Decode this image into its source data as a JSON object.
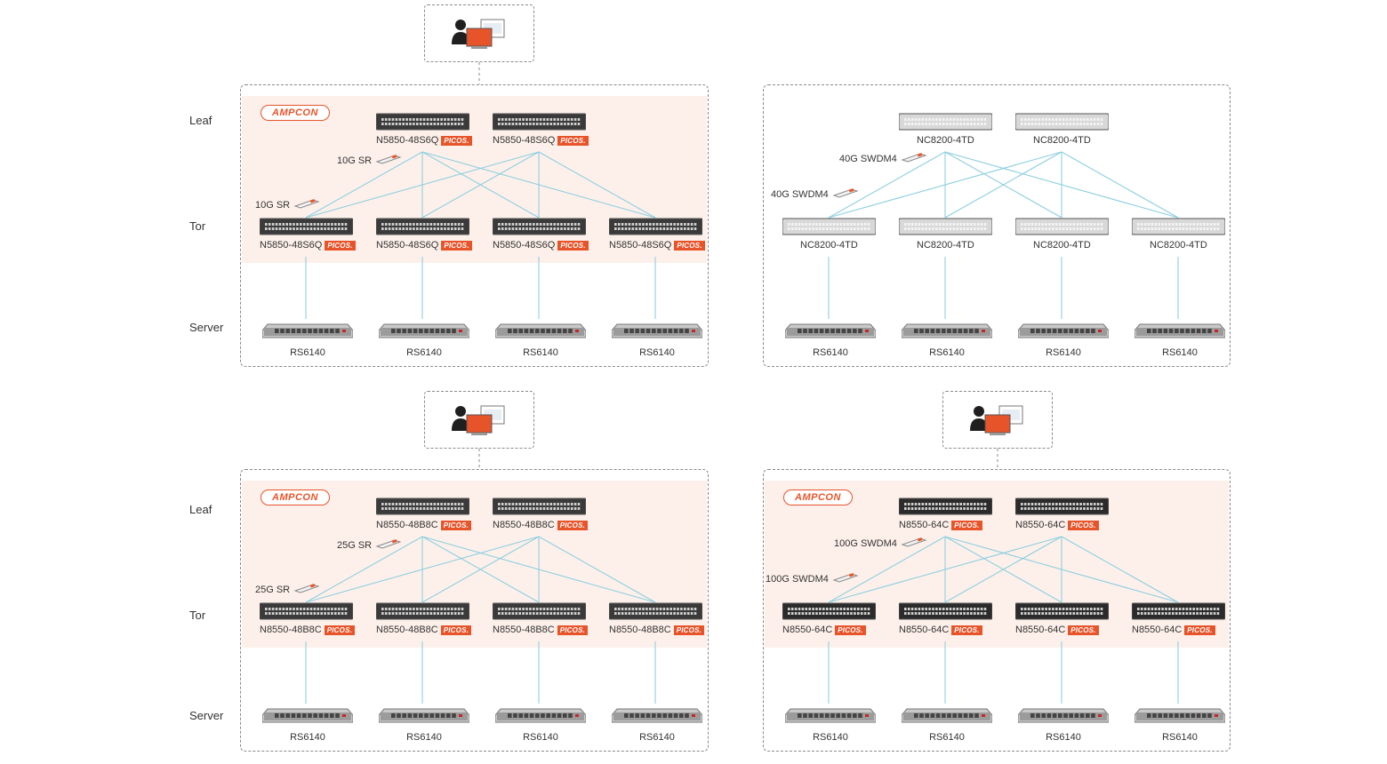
{
  "tiers": {
    "leaf": "Leaf",
    "tor": "Tor",
    "server": "Server"
  },
  "brand": {
    "ampcon": "AMPCON",
    "picos": "PICOS.",
    "ampcon_color": "#e8542a",
    "link_color": "#8ecfe0"
  },
  "panels": [
    {
      "id": "tl",
      "leaf": [
        "N5850-48S6Q",
        "N5850-48S6Q"
      ],
      "tor": [
        "N5850-48S6Q",
        "N5850-48S6Q",
        "N5850-48S6Q",
        "N5850-48S6Q"
      ],
      "server": [
        "RS6140",
        "RS6140",
        "RS6140",
        "RS6140"
      ],
      "optic_upper": "10G SR",
      "optic_lower": "10G SR"
    },
    {
      "id": "tr",
      "leaf": [
        "NC8200-4TD",
        "NC8200-4TD"
      ],
      "tor": [
        "NC8200-4TD",
        "NC8200-4TD",
        "NC8200-4TD",
        "NC8200-4TD"
      ],
      "server": [
        "RS6140",
        "RS6140",
        "RS6140",
        "RS6140"
      ],
      "optic_upper": "40G SWDM4",
      "optic_lower": "40G SWDM4"
    },
    {
      "id": "bl",
      "leaf": [
        "N8550-48B8C",
        "N8550-48B8C"
      ],
      "tor": [
        "N8550-48B8C",
        "N8550-48B8C",
        "N8550-48B8C",
        "N8550-48B8C"
      ],
      "server": [
        "RS6140",
        "RS6140",
        "RS6140",
        "RS6140"
      ],
      "optic_upper": "25G SR",
      "optic_lower": "25G SR"
    },
    {
      "id": "br",
      "leaf": [
        "N8550-64C",
        "N8550-64C"
      ],
      "tor": [
        "N8550-64C",
        "N8550-64C",
        "N8550-64C",
        "N8550-64C"
      ],
      "server": [
        "RS6140",
        "RS6140",
        "RS6140",
        "RS6140"
      ],
      "optic_upper": "100G SWDM4",
      "optic_lower": "100G SWDM4"
    }
  ]
}
